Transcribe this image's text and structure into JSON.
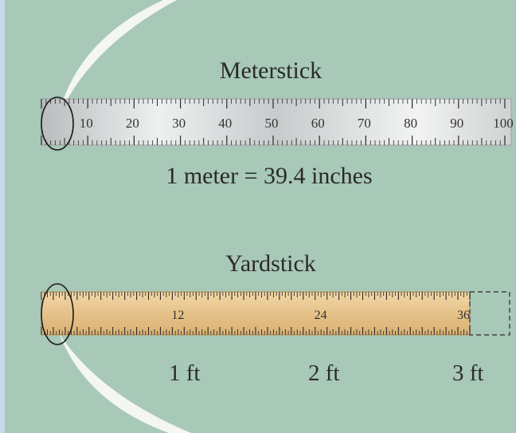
{
  "diagram": {
    "colors": {
      "background": "#a8c8b8",
      "metal": "#d8dada",
      "wood": "#e8c690",
      "ink": "#2a2a2a"
    },
    "meterstick": {
      "title": "Meterstick",
      "tick_labels": [
        "10",
        "20",
        "30",
        "40",
        "50",
        "60",
        "70",
        "80",
        "90",
        "100"
      ]
    },
    "equation": "1 meter  =  39.4 inches",
    "yardstick": {
      "title": "Yardstick",
      "tick_labels": [
        "12",
        "24",
        "36"
      ],
      "foot_labels": [
        "1 ft",
        "2 ft",
        "3 ft"
      ]
    }
  }
}
